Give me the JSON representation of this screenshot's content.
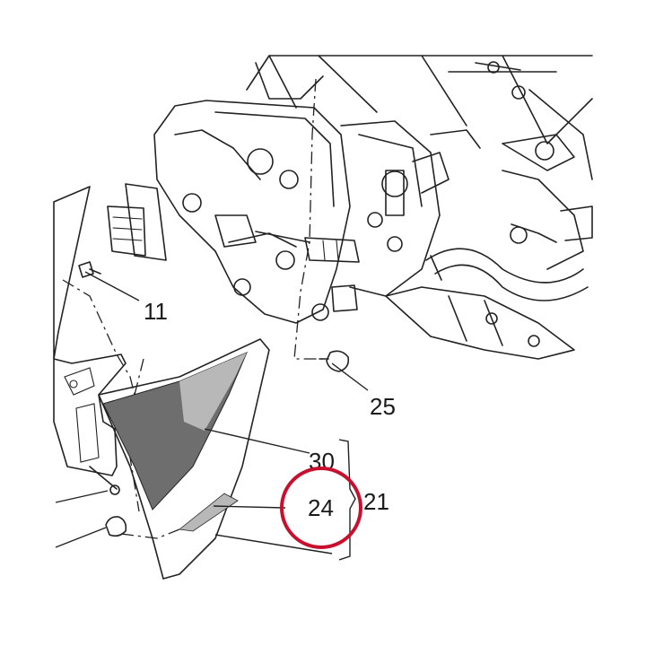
{
  "callouts": {
    "c11": "11",
    "c25": "25",
    "c30": "30",
    "c24": "24",
    "c21": "21"
  },
  "colors": {
    "line": "#222222",
    "panel_dark": "#6e6e6e",
    "panel_light": "#b8b8b8",
    "highlight_circle": "#c8102e"
  },
  "highlight": {
    "target_callout": "24"
  }
}
